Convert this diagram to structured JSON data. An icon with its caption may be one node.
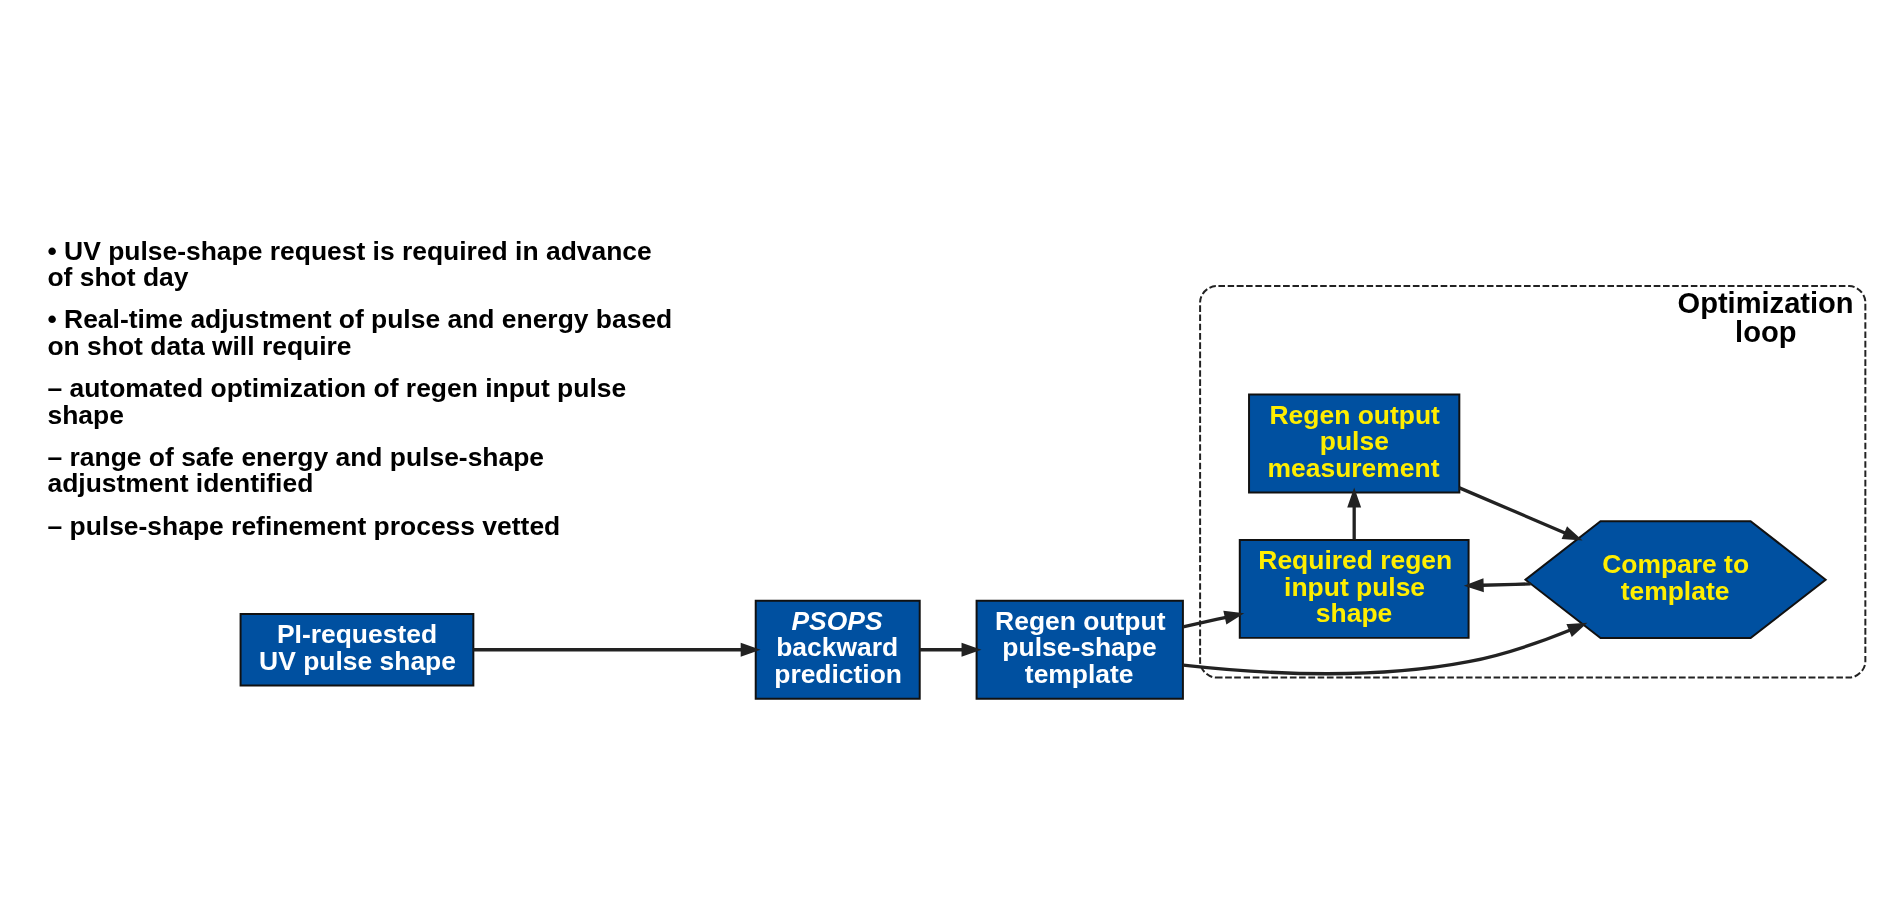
{
  "diagram": {
    "nodes": [
      {
        "text": [
          "PI-requested UV pulse shape"
        ]
      },
      {
        "text": [
          "*PSOPS* backward prediction"
        ]
      },
      {
        "text": [
          "Regen output pulse-shape template"
        ]
      },
      {
        "text": [
          "Optimization loop"
        ]
      },
      {
        "text": [
          "Required regen input pulse shape"
        ],
        "in": 3
      },
      {
        "text": [
          "Compare to template"
        ],
        "in": 3
      },
      {
        "text": [
          "Regen output pulse measurement"
        ],
        "in": 3
      }
    ],
    "edges": [
      {
        "from": 0,
        "to": 1,
        "arrow": "to"
      },
      {
        "from": 1,
        "to": 2,
        "arrow": "to"
      },
      {
        "from": 2,
        "to": 4,
        "arrow": "to"
      },
      {
        "from": 2,
        "to": 5,
        "arrow": "to"
      },
      {
        "from": 5,
        "to": 4,
        "arrow": "to"
      },
      {
        "from": 4,
        "to": 6,
        "arrow": "to"
      },
      {
        "from": 6,
        "to": 5,
        "arrow": "to"
      }
    ],
    "labels": [
      "• UV pulse-shape request is required in advance of shot day",
      "• Real-time adjustment of pulse and energy based on shot data will require",
      "– automated optimization of regen input pulse shape",
      "– range of safe energy and pulse-shape adjustment identified",
      "– pulse-shape refinement process vetted"
    ]
  }
}
